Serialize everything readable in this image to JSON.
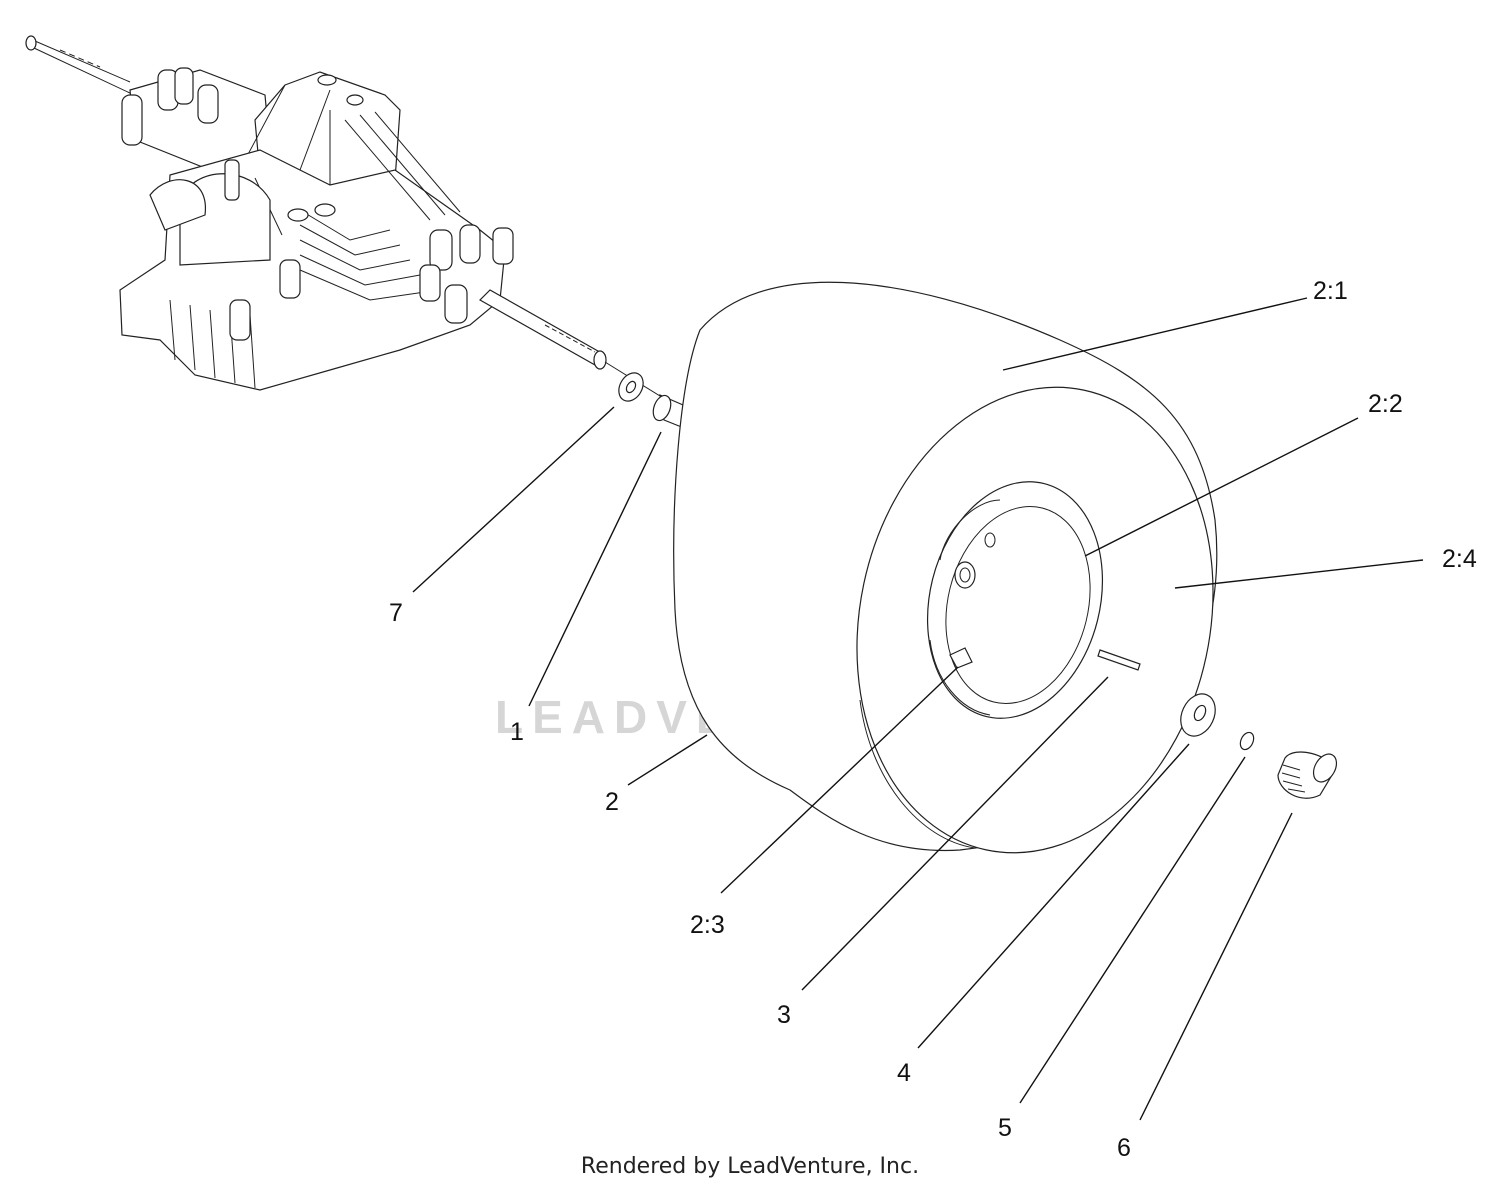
{
  "callouts": {
    "c2_1": "2:1",
    "c2_2": "2:2",
    "c2_4": "2:4",
    "c7": "7",
    "c1": "1",
    "c2": "2",
    "c2_3": "2:3",
    "c3": "3",
    "c4": "4",
    "c5": "5",
    "c6": "6"
  },
  "watermark": "LEADVENTURE",
  "credit": "Rendered by LeadVenture, Inc.",
  "colors": {
    "line": "#111111",
    "watermark": "#d6d6d6",
    "background": "#ffffff"
  }
}
